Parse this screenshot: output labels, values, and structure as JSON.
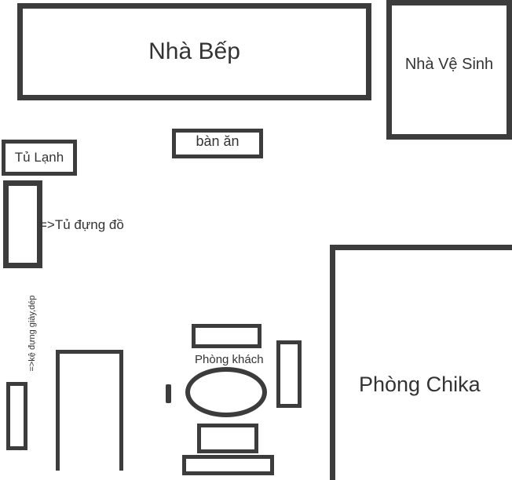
{
  "rooms": {
    "kitchen": "Nhà Bếp",
    "bathroom": "Nhà Vệ Sinh",
    "dining_table": "bàn ăn",
    "fridge": "Tủ Lạnh",
    "storage_cabinet": "=>Tủ đựng đồ",
    "shoe_rack": "=>kệ đựng giày,dép",
    "living_room": "Phòng khách",
    "chika_room": "Phòng Chika"
  }
}
